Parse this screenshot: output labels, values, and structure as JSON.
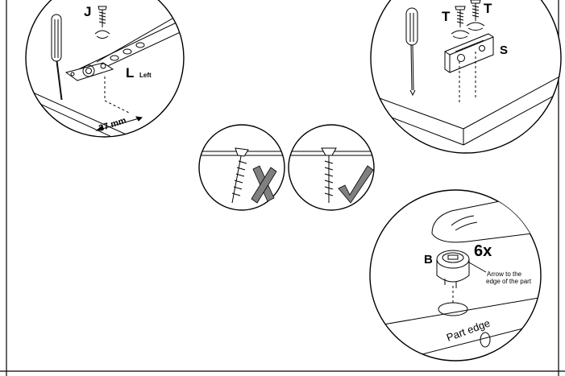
{
  "top_left": {
    "label_j": "J",
    "label_l": "L",
    "label_side": "Left",
    "dimension": "37 mm"
  },
  "top_right": {
    "label_t1": "T",
    "label_t2": "T",
    "label_s": "S"
  },
  "bottom_right": {
    "label_b": "B",
    "quantity": "6x",
    "note_line1": "Arrow to the",
    "note_line2": "edge of the part",
    "part_edge": "Part edge"
  },
  "screws": {
    "wrong_icon": "cross-mark-icon",
    "right_icon": "check-mark-icon"
  },
  "colors": {
    "line": "#000000",
    "fill_gray": "#808080",
    "paper": "#ffffff"
  }
}
